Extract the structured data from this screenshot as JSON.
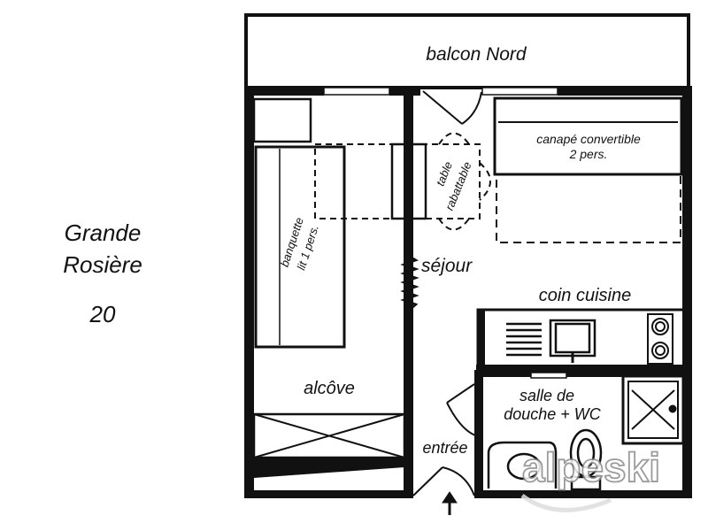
{
  "building": {
    "name_line1": "Grande",
    "name_line2": "Rosière",
    "number": "20"
  },
  "rooms": {
    "balcony": "balcon Nord",
    "sofa_line1": "canapé convertible",
    "sofa_line2": "2 pers.",
    "table_line1": "table",
    "table_line2": "rabattable",
    "bench_line1": "banquette",
    "bench_line2": "lit 1 pers.",
    "living": "séjour",
    "kitchen": "coin cuisine",
    "bathroom_line1": "salle de",
    "bathroom_line2": "douche + WC",
    "alcove": "alcôve",
    "entrance": "entrée"
  },
  "watermark": "alpeski"
}
